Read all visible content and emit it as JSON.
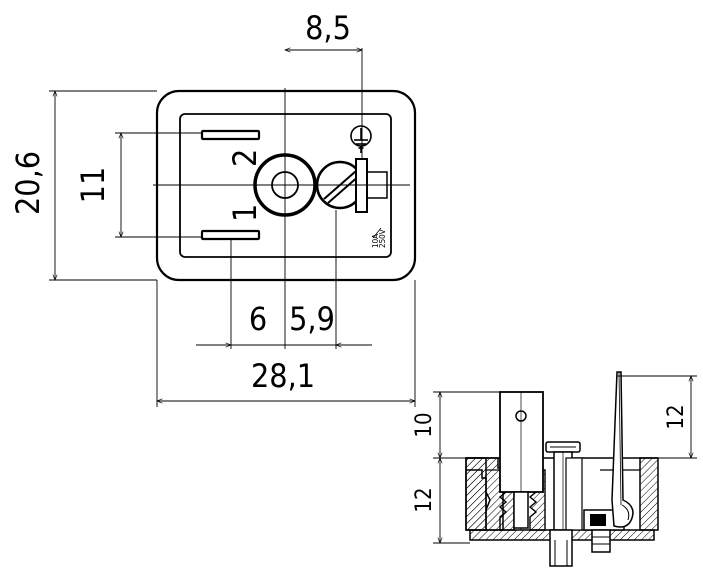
{
  "top_view": {
    "dimensions": {
      "width_total": "28,1",
      "height_total": "20,6",
      "pin_spacing": "11",
      "ground_offset": "8,5",
      "left_offset": "6",
      "right_offset": "5,9"
    },
    "pin_labels": {
      "pin1": "1",
      "pin2": "2"
    },
    "rating_current": "10A",
    "rating_voltage": "250V"
  },
  "side_view": {
    "dimensions": {
      "contact_height": "10",
      "body_height": "12",
      "ground_height": "12"
    }
  }
}
